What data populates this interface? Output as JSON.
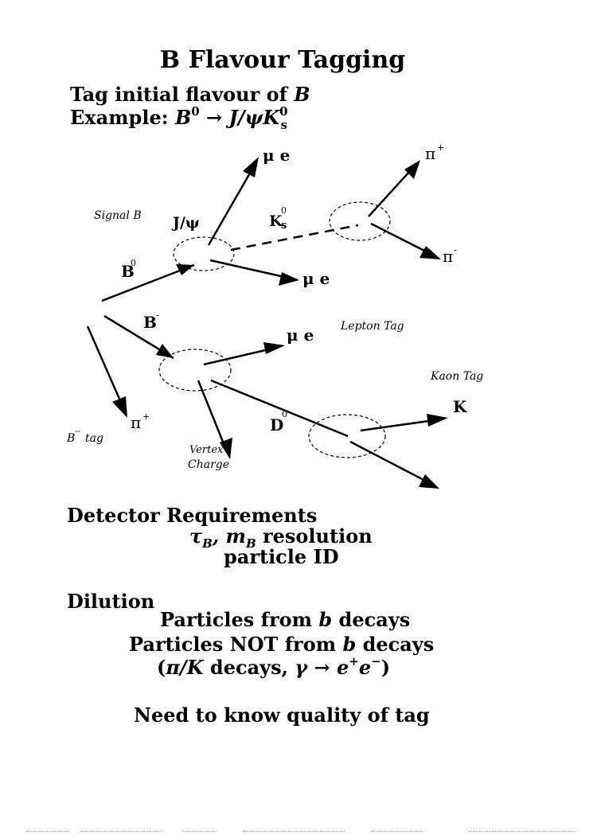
{
  "title": "B Flavour Tagging",
  "intro": {
    "line1_text": "Tag initial flavour of ",
    "line1_symbol": "B",
    "line2_label": "Example: ",
    "line2_b": "B",
    "line2_b_sup": "0",
    "line2_arrow": "→",
    "line2_jpsi": "J/ψK",
    "line2_k_sup": "0",
    "line2_k_sub": "s"
  },
  "diagram": {
    "labels": {
      "signal_b": "Signal B",
      "b0": "B",
      "b0_sup": "0",
      "jpsi": "J/ψ",
      "ks": "K",
      "ks_sup": "0",
      "ks_sub": "s",
      "mu_e_top": "μ e",
      "mu_e_mid": "μ e",
      "pi_plus_top": "π",
      "pi_plus_sup": "+",
      "pi_minus": "π",
      "pi_minus_sup": "-",
      "b_minus": "B",
      "b_minus_sup": "-",
      "lepton_tag": "Lepton Tag",
      "mu_e_lepton": "μ e",
      "kaon_tag": "Kaon Tag",
      "k": "K",
      "d0": "D",
      "d0_sup": "0",
      "pi_plus_bottom": "π",
      "pi_plus_bottom_sup": "+",
      "b_tag": "B",
      "b_tag_sup": "--",
      "b_tag_word": "tag",
      "vertex": "Vertex",
      "charge": "Charge"
    }
  },
  "detector": {
    "title": "Detector Requirements",
    "line1_sym": "τ",
    "line1_sub1": "B",
    "line1_mid": ", m",
    "line1_sub2": "B",
    "line1_rest": " resolution",
    "line2": "particle ID"
  },
  "dilution": {
    "title": "Dilution",
    "line1_pre": "Particles from ",
    "line1_b": "b",
    "line1_post": " decays",
    "line2_pre": "Particles NOT from ",
    "line2_b": "b",
    "line2_post": " decays",
    "line3_open": "(",
    "line3_pik": "π/K",
    "line3_mid": " decays, ",
    "line3_gamma": "γ",
    "line3_arrow": " → ",
    "line3_e": "e",
    "line3_plus": "+",
    "line3_e2": "e",
    "line3_minus": "−",
    "line3_close": ")"
  },
  "conclusion": "Need to know quality of tag"
}
